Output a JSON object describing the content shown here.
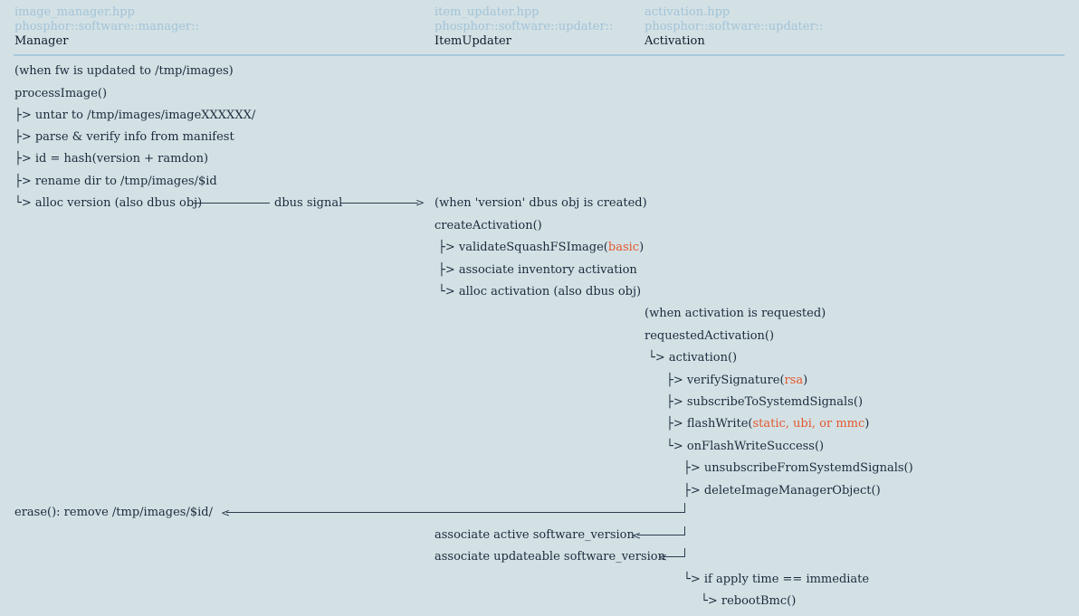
{
  "columns": [
    {
      "file": "image_manager.hpp",
      "namespace": "phosphor::software::manager::",
      "class": "Manager"
    },
    {
      "file": "item_updater.hpp",
      "namespace": "phosphor::software::updater::",
      "class": "ItemUpdater"
    },
    {
      "file": "activation.hpp",
      "namespace": "phosphor::software::updater::",
      "class": "Activation"
    }
  ],
  "manager": {
    "trigger": "(when fw is updated to /tmp/images)",
    "func": "processImage()",
    "steps": [
      "untar to /tmp/images/imageXXXXXX/",
      "parse & verify info from manifest",
      "id = hash(version + ramdon)",
      "rename dir to /tmp/images/$id",
      "alloc version (also dbus obj)"
    ],
    "signal_label": "dbus signal",
    "erase": "erase(): remove /tmp/images/$id/"
  },
  "item_updater": {
    "trigger": "(when 'version' dbus obj is created)",
    "func": "createActivation()",
    "validate": "validateSquashFSImage(",
    "validate_arg": "basic",
    "validate_end": ")",
    "associate": "associate inventory activation",
    "alloc": "alloc activation (also dbus obj)",
    "assoc_active": "associate active software_version",
    "assoc_updateable": "associate updateable software_version"
  },
  "activation": {
    "trigger": "(when activation is requested)",
    "func": "requestedActivation()",
    "activation": "activation()",
    "verify": "verifySignature(",
    "verify_arg": "rsa",
    "verify_end": ")",
    "subscribe": "subscribeToSystemdSignals()",
    "flash": "flashWrite(",
    "flash_arg": "static, ubi, or mmc",
    "flash_end": ")",
    "success": "onFlashWriteSuccess()",
    "unsubscribe": "unsubscribeFromSystemdSignals()",
    "delete": "deleteImageManagerObject()",
    "apply": "if apply time == immediate",
    "reboot": "rebootBmc()"
  },
  "colors": {
    "background": "#d3e1e5",
    "header": "#a2c3d8",
    "highlight": "#e4572e",
    "text": "#1b2a3c"
  }
}
